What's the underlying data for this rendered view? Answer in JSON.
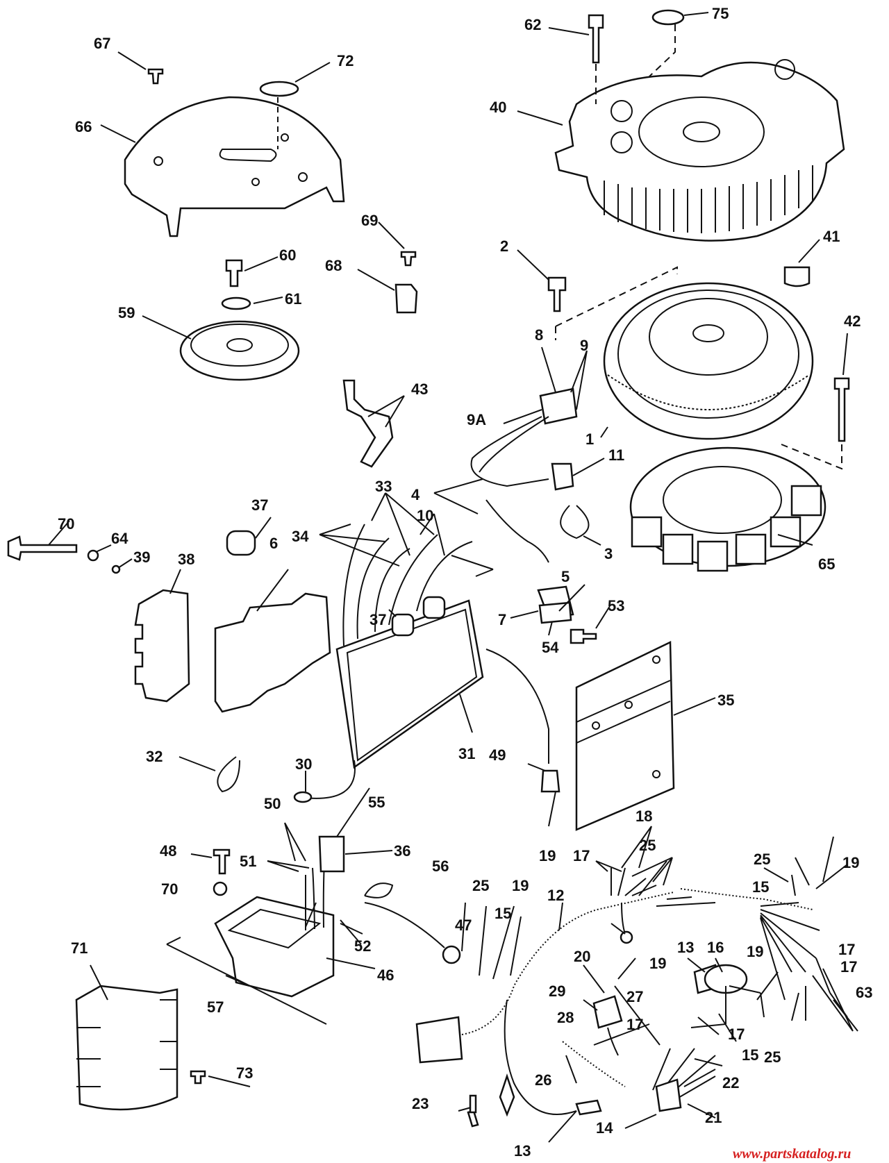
{
  "labels": [
    "67",
    "72",
    "66",
    "62",
    "75",
    "40",
    "69",
    "68",
    "60",
    "61",
    "59",
    "2",
    "41",
    "42",
    "8",
    "9",
    "9A",
    "43",
    "1",
    "11",
    "4",
    "33",
    "37",
    "34",
    "37",
    "10",
    "3",
    "65",
    "70",
    "64",
    "39",
    "38",
    "6",
    "5",
    "7",
    "54",
    "53",
    "35",
    "32",
    "30",
    "31",
    "49",
    "50",
    "55",
    "48",
    "51",
    "36",
    "19",
    "18",
    "17",
    "25",
    "70",
    "56",
    "47",
    "25",
    "19",
    "12",
    "15",
    "25",
    "15",
    "19",
    "71",
    "46",
    "52",
    "20",
    "17",
    "13",
    "16",
    "17",
    "63",
    "57",
    "29",
    "27",
    "19",
    "19",
    "73",
    "17",
    "28",
    "26",
    "22",
    "17",
    "15",
    "25",
    "23",
    "14",
    "21",
    "13"
  ],
  "watermark": "www.partskatalog.ru"
}
